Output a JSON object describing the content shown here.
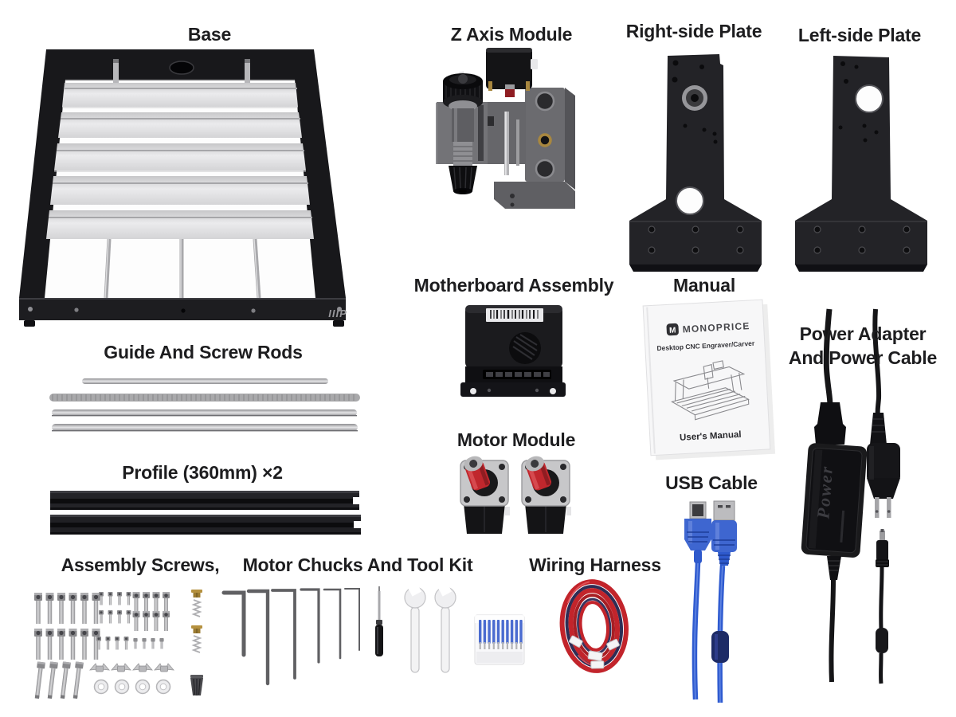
{
  "labels": {
    "base": "Base",
    "z_axis": "Z Axis Module",
    "right_plate": "Right-side Plate",
    "left_plate": "Left-side Plate",
    "motherboard": "Motherboard Assembly",
    "manual": "Manual",
    "power_line1": "Power Adapter",
    "power_line2": "And Power Cable",
    "guide_rods": "Guide And Screw Rods",
    "profile": "Profile (360mm) ×2",
    "motor_module": "Motor Module",
    "usb_cable": "USB Cable",
    "assembly_screws": "Assembly Screws,",
    "tool_kit": "Motor Chucks And Tool Kit",
    "wiring_harness": "Wiring Harness"
  },
  "manual_page": {
    "logo_letter": "M",
    "brand": "MONOPRICE",
    "subtitle": "Desktop CNC Engraver/Carver",
    "footer": "User's Manual"
  },
  "base_plate": {
    "logo": "IIIP"
  },
  "power_adapter": {
    "embossed_text": "Power"
  },
  "counts": {
    "motor_modules": 2,
    "profiles": 2,
    "guide_and_screw_rods": 4,
    "hex_keys": 6,
    "wrenches": 2,
    "screwdrivers": 1,
    "drill_bits": 10,
    "springs": 2,
    "wing_nut_sets": 4,
    "washers": 4,
    "collets": 1,
    "harness_connectors": 4
  },
  "colors": {
    "background": "#ffffff",
    "label_text": "#1d1d1f",
    "frame_black": "#18181b",
    "aluminum_slat": "#e0e0e2",
    "motor_red": "#c0272d",
    "usb_blue": "#2e59cc",
    "harness_red": "#c2242b",
    "harness_dark": "#2e2d55",
    "brass": "#a8873f",
    "paper_white": "#f7f7f8"
  }
}
